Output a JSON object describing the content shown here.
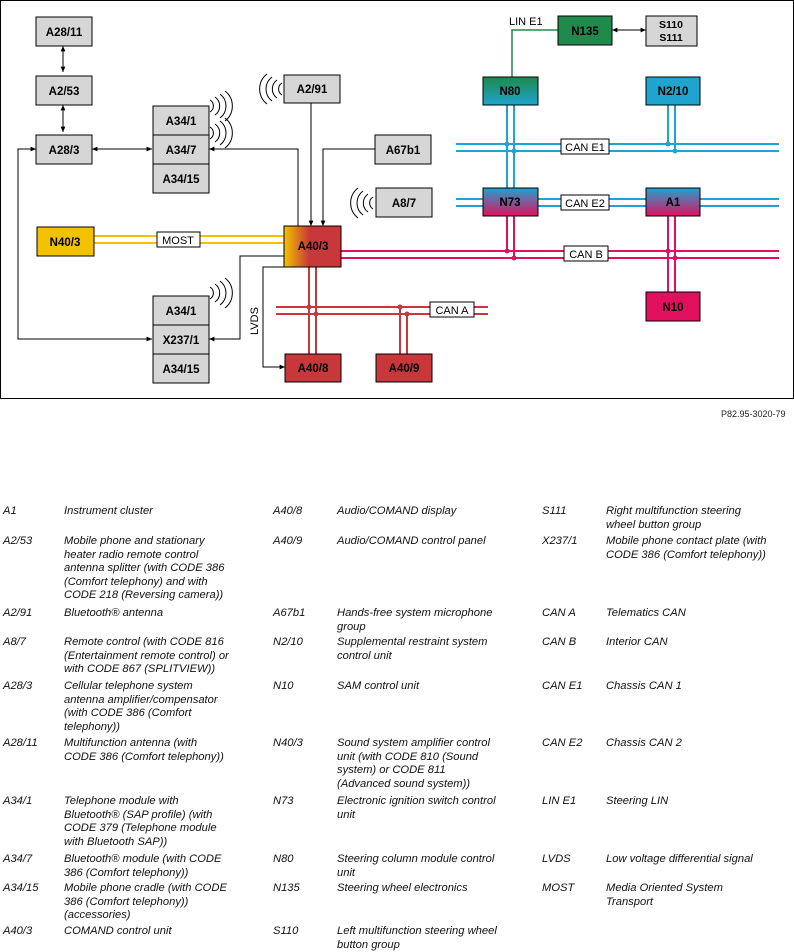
{
  "diagram": {
    "nodes": {
      "A28_11": "A28/11",
      "A2_53": "A2/53",
      "A28_3": "A28/3",
      "A34_1_top": "A34/1",
      "A34_7": "A34/7",
      "A34_15_top": "A34/15",
      "A2_91": "A2/91",
      "A67b1": "A67b1",
      "A8_7": "A8/7",
      "N40_3": "N40/3",
      "A40_3": "A40/3",
      "A34_1_bot": "A34/1",
      "X237_1": "X237/1",
      "A34_15_bot": "A34/15",
      "A40_8": "A40/8",
      "A40_9": "A40/9",
      "N135": "N135",
      "S110": "S110",
      "S111": "S111",
      "N80": "N80",
      "N2_10": "N2/10",
      "N73": "N73",
      "A1": "A1",
      "N10": "N10"
    },
    "bus_labels": {
      "lin_e1": "LIN E1",
      "can_e1": "CAN E1",
      "can_e2": "CAN E2",
      "can_b": "CAN B",
      "can_a": "CAN A",
      "most": "MOST",
      "lvds": "LVDS"
    },
    "colors": {
      "most": "#f2c200",
      "can_b": "#e0105f",
      "can_e": "#1fa3cf",
      "can_a": "#c8373a",
      "lin": "#1f8a4c",
      "gray_box": "#d6d6d6",
      "n135": "#1f8a4c",
      "a40_3_gradient": [
        "#f2c200",
        "#c8373a"
      ],
      "n80_gradient": [
        "#1f8a4c",
        "#1fa3cf"
      ],
      "n2_10": "#1fa3cf",
      "n73_gradient": [
        "#1fa3cf",
        "#e0105f"
      ],
      "a1_gradient": [
        "#1fa3cf",
        "#e0105f"
      ],
      "n10": "#e0105f",
      "a40_8": "#c8373a",
      "a40_9": "#c8373a",
      "n40_3": "#f2c200"
    }
  },
  "figure_ref": "P82.95-3020-79",
  "legend": {
    "columns": [
      [
        {
          "code": "A1",
          "desc": "Instrument cluster"
        },
        {
          "code": "A2/53",
          "desc": "Mobile phone and stationary\nheater radio remote control\nantenna splitter (with CODE 386\n(Comfort telephony) and with\nCODE 218 (Reversing camera))"
        },
        {
          "code": "A2/91",
          "desc": "Bluetooth® antenna"
        },
        {
          "code": "A8/7",
          "desc": "Remote control (with CODE 816\n(Entertainment remote control) or\nwith CODE 867 (SPLITVIEW))"
        },
        {
          "code": "A28/3",
          "desc": "Cellular telephone system\nantenna amplifier/compensator\n(with CODE 386 (Comfort\ntelephony))"
        },
        {
          "code": "A28/11",
          "desc": "Multifunction antenna (with\nCODE 386 (Comfort telephony))"
        },
        {
          "code": "A34/1",
          "desc": "Telephone module with\nBluetooth® (SAP profile) (with\nCODE 379 (Telephone module\nwith Bluetooth SAP))"
        },
        {
          "code": "A34/7",
          "desc": "Bluetooth® module (with CODE\n386 (Comfort telephony))"
        },
        {
          "code": "A34/15",
          "desc": "Mobile phone cradle (with CODE\n386 (Comfort telephony))\n(accessories)"
        },
        {
          "code": "A40/3",
          "desc": "COMAND control unit"
        }
      ],
      [
        {
          "code": "A40/8",
          "desc": "Audio/COMAND display"
        },
        {
          "code": "A40/9",
          "desc": "Audio/COMAND control panel"
        },
        {
          "code": "A67b1",
          "desc": "Hands-free system microphone\ngroup"
        },
        {
          "code": "N2/10",
          "desc": "Supplemental restraint system\ncontrol unit"
        },
        {
          "code": "N10",
          "desc": "SAM control unit"
        },
        {
          "code": "N40/3",
          "desc": "Sound system amplifier control\nunit (with CODE 810 (Sound\nsystem) or CODE 811\n(Advanced sound system))"
        },
        {
          "code": "N73",
          "desc": "Electronic ignition switch control\nunit"
        },
        {
          "code": "N80",
          "desc": "Steering column module control\nunit"
        },
        {
          "code": "N135",
          "desc": "Steering wheel electronics"
        },
        {
          "code": "S110",
          "desc": "Left multifunction steering wheel\nbutton group"
        }
      ],
      [
        {
          "code": "S111",
          "desc": "Right multifunction steering\nwheel button group"
        },
        {
          "code": "X237/1",
          "desc": "Mobile phone contact plate (with\nCODE 386 (Comfort telephony))"
        },
        {
          "code": "CAN A",
          "desc": "Telematics CAN"
        },
        {
          "code": "CAN B",
          "desc": "Interior CAN"
        },
        {
          "code": "CAN E1",
          "desc": "Chassis CAN 1"
        },
        {
          "code": "CAN E2",
          "desc": "Chassis CAN 2"
        },
        {
          "code": "LIN E1",
          "desc": "Steering LIN"
        },
        {
          "code": "LVDS",
          "desc": "Low voltage differential signal"
        },
        {
          "code": "MOST",
          "desc": "Media Oriented System\nTransport"
        }
      ]
    ]
  }
}
